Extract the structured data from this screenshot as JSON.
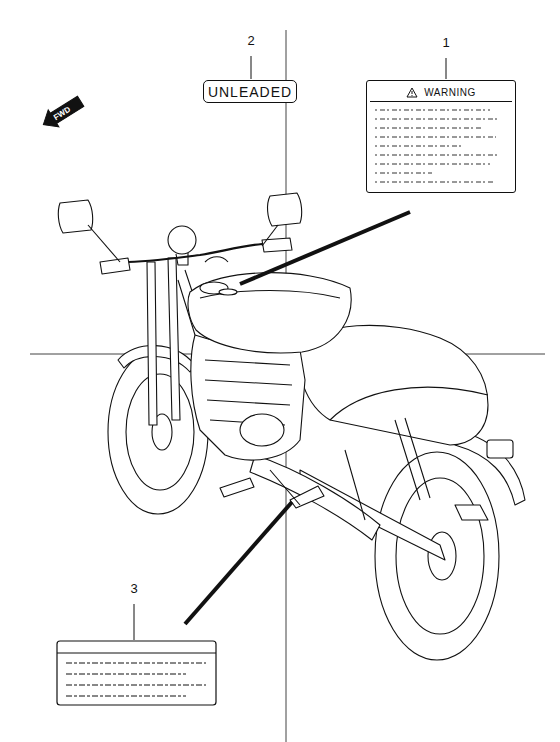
{
  "diagram": {
    "nodes": [
      {
        "text": [
          "UNLEADED"
        ]
      },
      {
        "text": [
          "WARNING"
        ]
      }
    ],
    "labels": [
      "2",
      "1",
      "3",
      "FWD"
    ]
  }
}
